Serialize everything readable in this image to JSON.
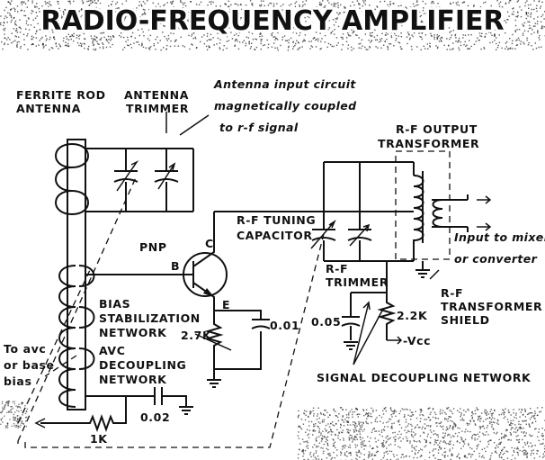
{
  "title": "RADIO-FREQUENCY AMPLIFIER",
  "labels": {
    "ferrite_1": "FERRITE ROD",
    "ferrite_2": "ANTENNA",
    "ant_trim_1": "ANTENNA",
    "ant_trim_2": "TRIMMER",
    "note_1": "Antenna input circuit",
    "note_2": "magnetically coupled",
    "note_3": "to r-f signal",
    "out_xfmr_1": "R-F OUTPUT",
    "out_xfmr_2": "TRANSFORMER",
    "tuning_1": "R-F TUNING",
    "tuning_2": "CAPACITOR",
    "pnp": "PNP",
    "pin_c": "C",
    "pin_b": "B",
    "pin_e": "E",
    "mixer_1": "Input to mixer",
    "mixer_2": "or converter",
    "rf_trim_1": "R-F",
    "rf_trim_2": "TRIMMER",
    "shield_1": "R-F",
    "shield_2": "TRANSFORMER",
    "shield_3": "SHIELD",
    "bias_1": "BIAS",
    "bias_2": "STABILIZATION",
    "bias_3": "NETWORK",
    "avc_1": "AVC",
    "avc_2": "DECOUPLING",
    "avc_3": "NETWORK",
    "to_avc_1": "To avc",
    "to_avc_2": "or base",
    "to_avc_3": "bias",
    "r_emitter": "2.7K",
    "c_emitter": "0.01",
    "c_decouple": "0.05",
    "r_decouple": "2.2K",
    "vcc": "-Vcc",
    "c_avc": "0.02",
    "r_avc": "1K",
    "signal_decoupling": "SIGNAL DECOUPLING NETWORK"
  },
  "colors": {
    "ink": "#111111",
    "paper": "#ffffff"
  }
}
